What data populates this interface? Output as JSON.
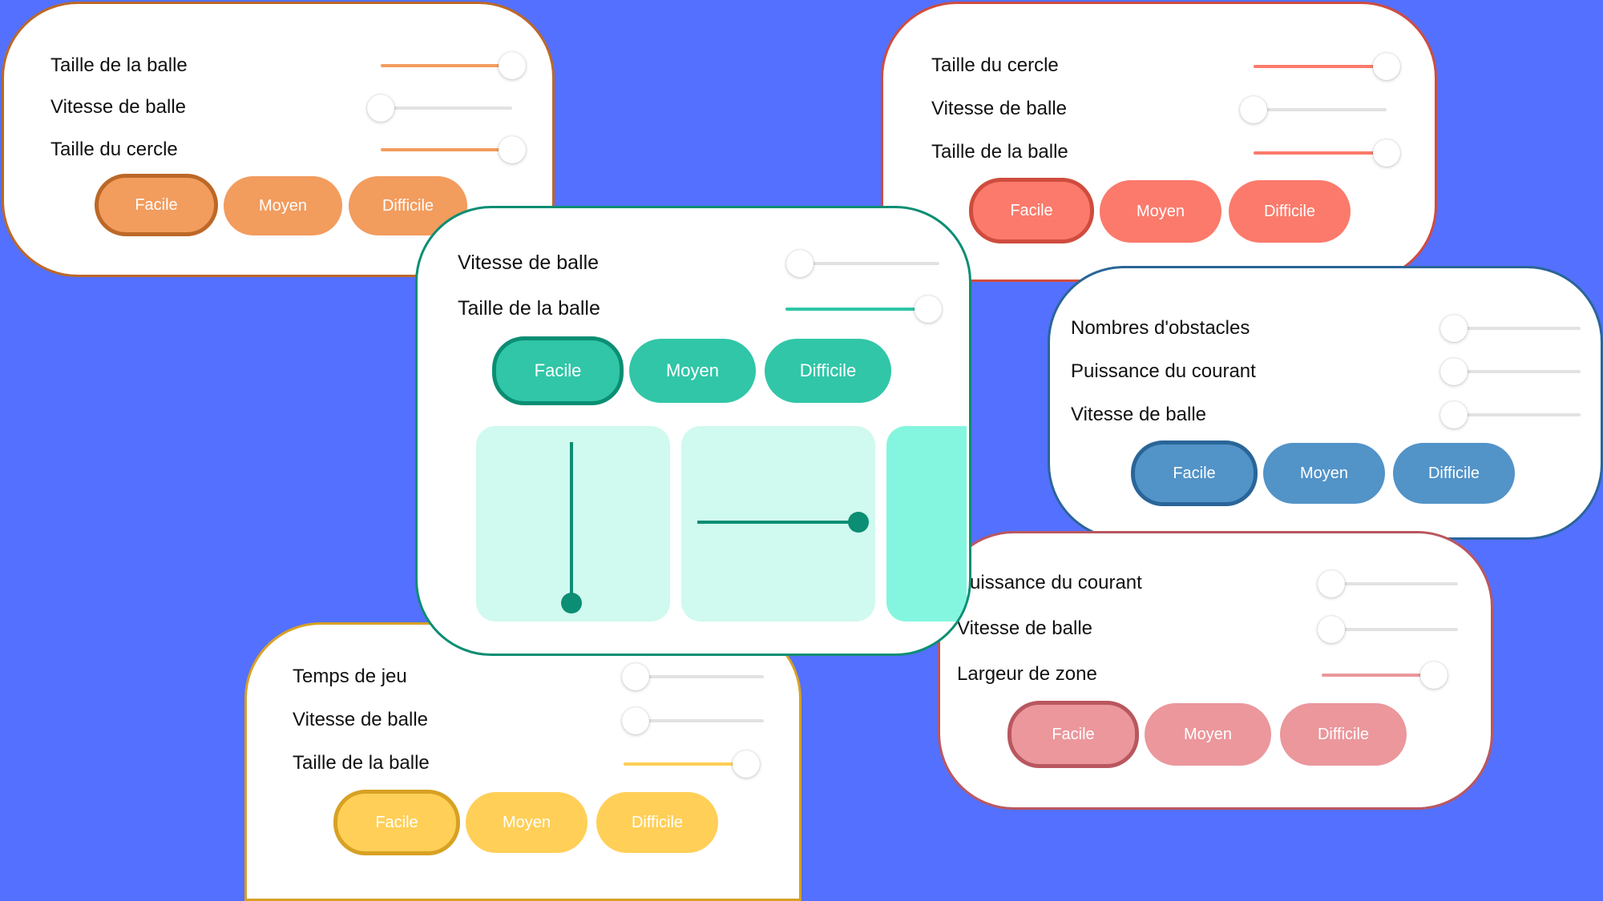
{
  "cards": [
    {
      "name": "orange",
      "accent": "#f29c5e",
      "border": "#bc6827",
      "sliders": [
        {
          "label": "Taille de la balle",
          "value": 1.0
        },
        {
          "label": "Vitesse de balle",
          "value": 0.0
        },
        {
          "label": "Taille du cercle",
          "value": 1.0
        }
      ],
      "buttons": [
        {
          "label": "Facile",
          "selected": true
        },
        {
          "label": "Moyen",
          "selected": false
        },
        {
          "label": "Difficile",
          "selected": false
        }
      ]
    },
    {
      "name": "red",
      "accent": "#fb7a6b",
      "border": "#cf4c3e",
      "sliders": [
        {
          "label": "Taille du cercle",
          "value": 1.0
        },
        {
          "label": "Vitesse de balle",
          "value": 0.0
        },
        {
          "label": "Taille de la balle",
          "value": 1.0
        }
      ],
      "buttons": [
        {
          "label": "Facile",
          "selected": true
        },
        {
          "label": "Moyen",
          "selected": false
        },
        {
          "label": "Difficile",
          "selected": false
        }
      ]
    },
    {
      "name": "blue",
      "accent": "#5293c8",
      "border": "#2a6598",
      "sliders": [
        {
          "label": "Nombres d'obstacles",
          "value": 0.0
        },
        {
          "label": "Puissance du courant",
          "value": 0.0
        },
        {
          "label": "Vitesse de balle",
          "value": 0.0
        }
      ],
      "buttons": [
        {
          "label": "Facile",
          "selected": true
        },
        {
          "label": "Moyen",
          "selected": false
        },
        {
          "label": "Difficile",
          "selected": false
        }
      ]
    },
    {
      "name": "pink",
      "accent": "#eb979c",
      "border": "#b9575f",
      "sliders": [
        {
          "label": "Puissance du courant",
          "value": 0.0
        },
        {
          "label": "Vitesse de balle",
          "value": 0.0
        },
        {
          "label": "Largeur de zone",
          "value": 1.0
        }
      ],
      "buttons": [
        {
          "label": "Facile",
          "selected": true
        },
        {
          "label": "Moyen",
          "selected": false
        },
        {
          "label": "Difficile",
          "selected": false
        }
      ]
    },
    {
      "name": "yellow",
      "accent": "#ffcf57",
      "border": "#d7a123",
      "sliders": [
        {
          "label": "Temps de jeu",
          "value": 0.0
        },
        {
          "label": "Vitesse de balle",
          "value": 0.0
        },
        {
          "label": "Taille de la balle",
          "value": 1.0
        }
      ],
      "buttons": [
        {
          "label": "Facile",
          "selected": true
        },
        {
          "label": "Moyen",
          "selected": false
        },
        {
          "label": "Difficile",
          "selected": false
        }
      ]
    },
    {
      "name": "teal",
      "accent": "#30c6a7",
      "border": "#0b8e73",
      "tile_color": "#d0f9ef",
      "tile_color_alt": "#84f6e0",
      "stick_color": "#0b8e73",
      "sliders": [
        {
          "label": "Vitesse de balle",
          "value": 0.0
        },
        {
          "label": "Taille de la balle",
          "value": 1.0
        }
      ],
      "buttons": [
        {
          "label": "Facile",
          "selected": true
        },
        {
          "label": "Moyen",
          "selected": false
        },
        {
          "label": "Difficile",
          "selected": false
        }
      ]
    }
  ]
}
